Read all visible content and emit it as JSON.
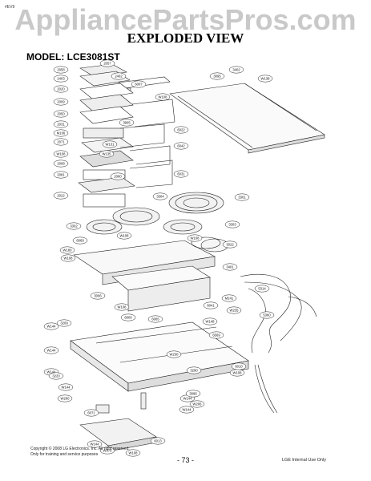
{
  "header": {
    "corner_code": "#EV9",
    "watermark": "AppliancePartsPros.com",
    "title": "EXPLODED VIEW",
    "model": "MODEL: LCE3081ST"
  },
  "footer": {
    "copyright": "Copyright © 2008 LG Electronics. Inc. All right reserved.",
    "note": "Only for training and service purposes",
    "page": "- 73 -",
    "internal": "LGE Internal Use Only"
  },
  "callouts": [
    "2057",
    "2058",
    "2402",
    "2403",
    "2020",
    "2009",
    "2050",
    "3905",
    "2031",
    "M106",
    "2071",
    "W131",
    "W108",
    "W135",
    "2008",
    "2081",
    "2060",
    "2022",
    "6007",
    "W108",
    "6022",
    "6042",
    "6031",
    "3095",
    "3402",
    "W138",
    "3304",
    "3301",
    "3302",
    "3303",
    "W108",
    "6069",
    "W108",
    "3022",
    "W180",
    "W108",
    "3401",
    "3006",
    "M241",
    "W108",
    "6041",
    "W235",
    "W144",
    "3209",
    "6000",
    "6065",
    "W148",
    "6569",
    "W144",
    "W230",
    "W144",
    "3220",
    "W108",
    "3290",
    "W144",
    "W200",
    "W144",
    "6071",
    "3096",
    "W206",
    "W144",
    "6010",
    "5314",
    "5360",
    "W144",
    "W376",
    "6013",
    "W108"
  ]
}
